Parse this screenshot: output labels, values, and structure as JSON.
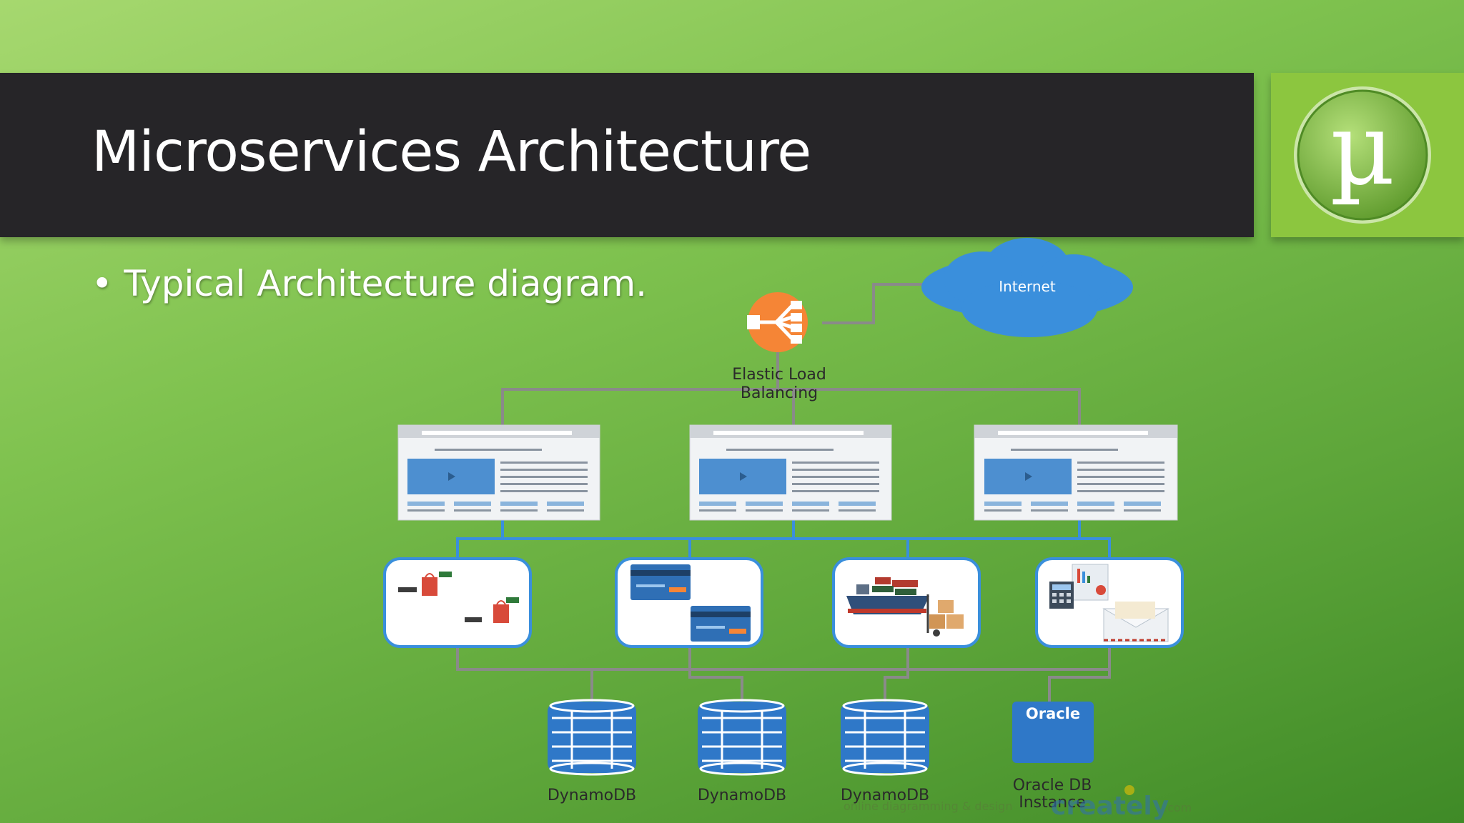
{
  "slide": {
    "title": "Microservices Architecture",
    "bullet": "• Typical Architecture diagram.",
    "logo_glyph": "µ"
  },
  "diagram": {
    "internet_label": "Internet",
    "elb_label_line1": "Elastic Load",
    "elb_label_line2": "Balancing",
    "db_labels": [
      "DynamoDB",
      "DynamoDB",
      "DynamoDB"
    ],
    "oracle_badge": "Oracle",
    "oracle_label_line1": "Oracle DB",
    "oracle_label_line2": "Instance",
    "watermark_small": "online diagramming & design",
    "watermark_brand": "creately",
    "watermark_suffix": ".com"
  },
  "colors": {
    "title_bar": "#262528",
    "logo_bg": "#8cc63f",
    "cloud": "#3a8fdc",
    "elb": "#f58536",
    "service_border": "#3a8fdc",
    "db": "#2f78c8",
    "oracle": "#2f78c8"
  }
}
